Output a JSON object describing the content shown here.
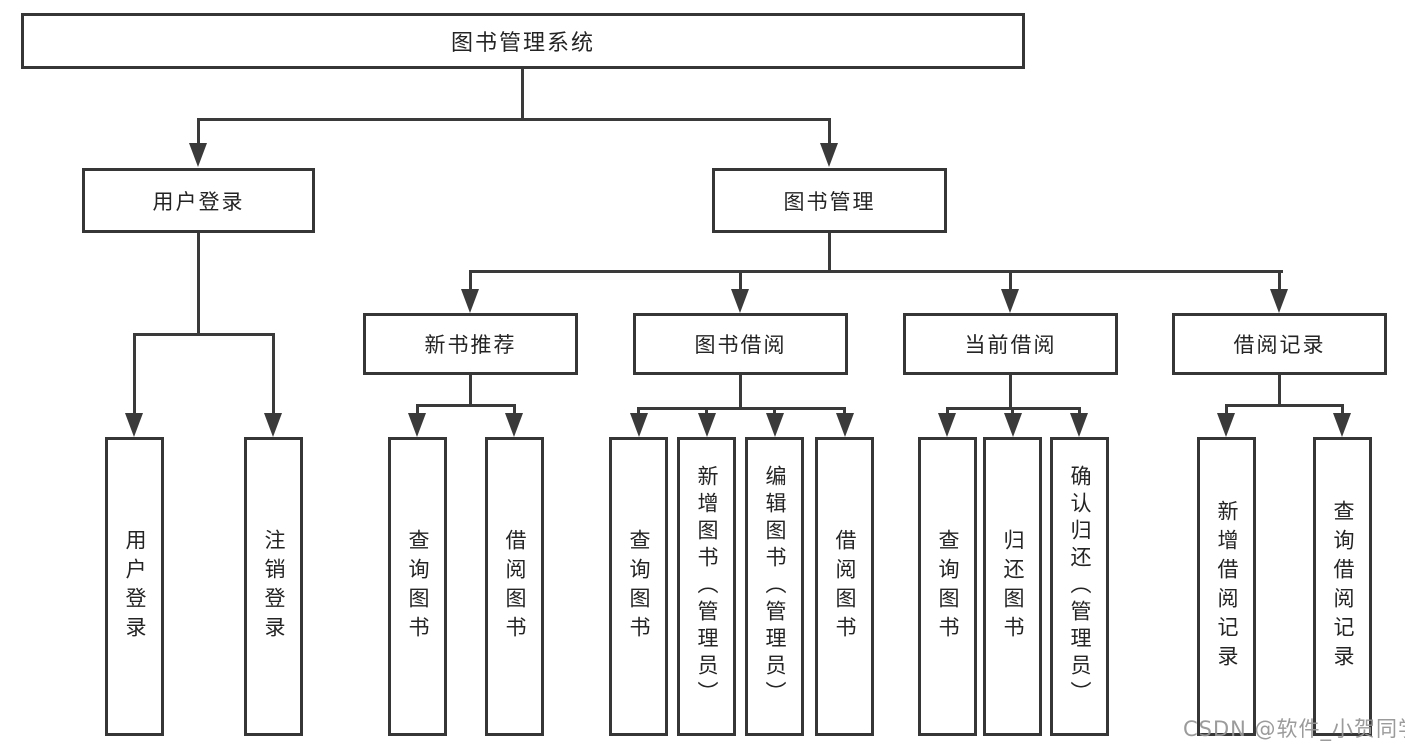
{
  "nodes": {
    "root": "图书管理系统",
    "user_login": "用户登录",
    "book_mgmt": "图书管理",
    "new_book_rec": "新书推荐",
    "book_borrow": "图书借阅",
    "current_borrow": "当前借阅",
    "borrow_records": "借阅记录",
    "leaf_user_login": "用户登录",
    "leaf_logout": "注销登录",
    "rec_query_book": "查询图书",
    "rec_borrow_book": "借阅图书",
    "bb_query_book": "查询图书",
    "bb_add_book": "新增图书（管理员）",
    "bb_edit_book": "编辑图书（管理员）",
    "bb_borrow_book": "借阅图书",
    "cb_query_book": "查询图书",
    "cb_return_book": "归还图书",
    "cb_confirm_return": "确认归还（管理员）",
    "br_add_record": "新增借阅记录",
    "br_query_record": "查询借阅记录"
  },
  "watermark": {
    "text": "CSDN @软件_小贺同学"
  },
  "colors": {
    "line": "#3a3a3a",
    "box_border": "#363636",
    "text": "#242424",
    "watermark": "#969696",
    "background": "#ffffff"
  }
}
